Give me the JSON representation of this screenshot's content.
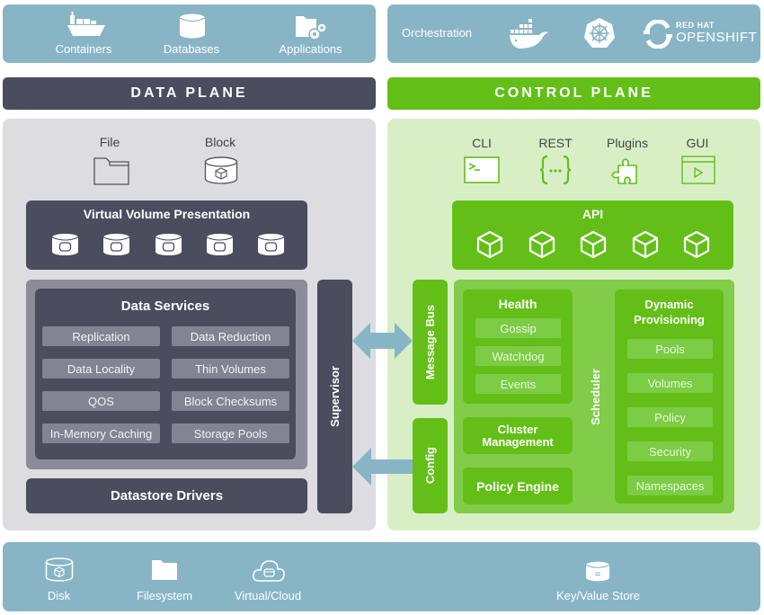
{
  "top_left": {
    "items": [
      {
        "label": "Containers",
        "icon": "container-ship-icon"
      },
      {
        "label": "Databases",
        "icon": "database-icon"
      },
      {
        "label": "Applications",
        "icon": "folder-gears-icon"
      }
    ]
  },
  "top_right": {
    "label": "Orchestration",
    "logos": [
      {
        "name": "docker",
        "icon": "docker-whale-icon"
      },
      {
        "name": "kubernetes",
        "icon": "kubernetes-helm-icon"
      },
      {
        "name": "openshift",
        "icon": "openshift-icon",
        "line1": "RED HAT",
        "line2": "OPENSHIFT"
      }
    ]
  },
  "data_plane": {
    "title": "DATA PLANE",
    "interfaces": [
      {
        "label": "File",
        "icon": "folder-icon"
      },
      {
        "label": "Block",
        "icon": "block-disk-icon"
      }
    ],
    "virtual_volume": {
      "title": "Virtual Volume Presentation",
      "volume_count": 5
    },
    "data_services": {
      "title": "Data Services",
      "items": [
        "Replication",
        "Data Reduction",
        "Data Locality",
        "Thin Volumes",
        "QOS",
        "Block Checksums",
        "In-Memory Caching",
        "Storage Pools"
      ]
    },
    "datastore_drivers": "Datastore Drivers",
    "supervisor": "Supervisor"
  },
  "control_plane": {
    "title": "CONTROL PLANE",
    "interfaces": [
      {
        "label": "CLI",
        "icon": "terminal-icon"
      },
      {
        "label": "REST",
        "icon": "braces-icon"
      },
      {
        "label": "Plugins",
        "icon": "puzzle-icon"
      },
      {
        "label": "GUI",
        "icon": "window-play-icon"
      }
    ],
    "api": {
      "title": "API",
      "cube_count": 5
    },
    "message_bus": "Message Bus",
    "config": "Config",
    "scheduler": "Scheduler",
    "health": {
      "title": "Health",
      "items": [
        "Gossip",
        "Watchdog",
        "Events"
      ]
    },
    "cluster_management": "Cluster Management",
    "policy_engine": "Policy Engine",
    "dynamic_provisioning": {
      "title": "Dynamic Provisioning",
      "items": [
        "Pools",
        "Volumes",
        "Policy",
        "Security",
        "Namespaces"
      ]
    }
  },
  "bottom": {
    "items": [
      {
        "label": "Disk",
        "icon": "disk-icon"
      },
      {
        "label": "Filesystem",
        "icon": "folder-icon"
      },
      {
        "label": "Virtual/Cloud",
        "icon": "cloud-icon"
      },
      {
        "label": "Key/Value Store",
        "icon": "kv-database-icon"
      }
    ]
  },
  "colors": {
    "teal": "#88b5c6",
    "dark": "#4b4c5e",
    "green": "#63bf18",
    "light_green": "#d8efc6",
    "gray_panel": "#dcdce1"
  }
}
